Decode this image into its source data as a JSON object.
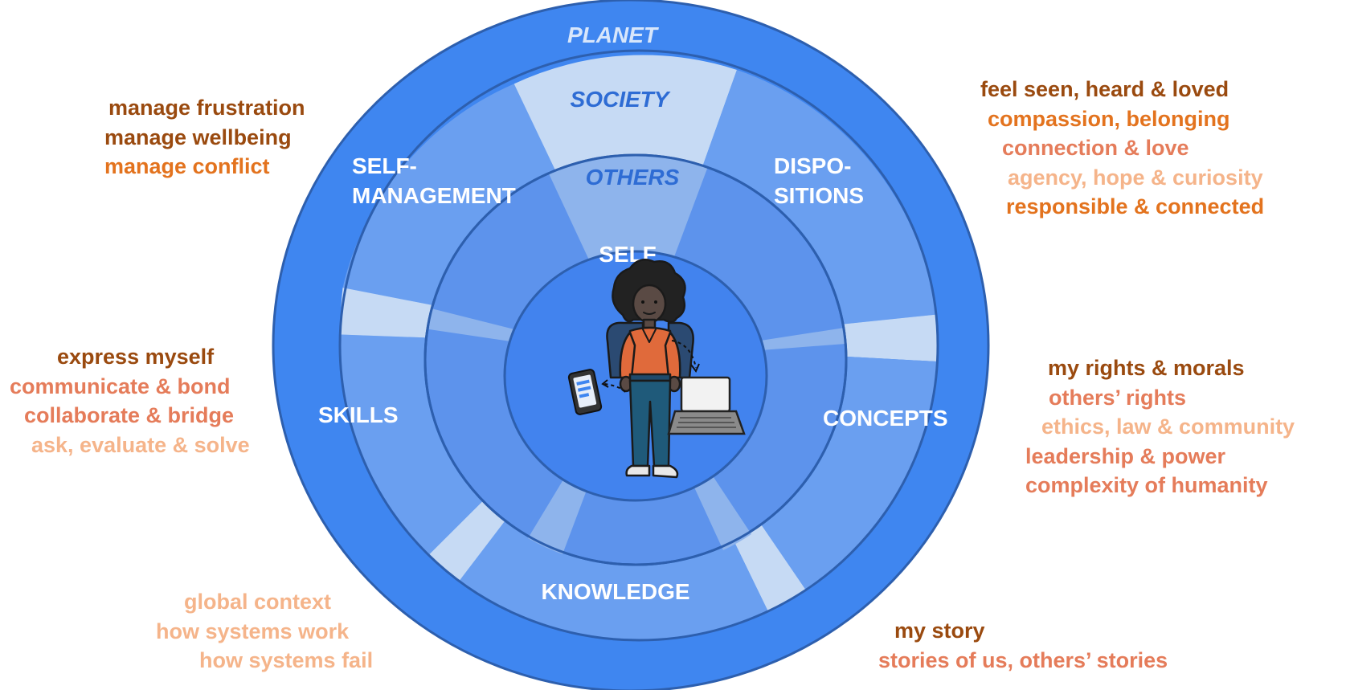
{
  "layers": {
    "planet": "PLANET",
    "society": "SOCIETY",
    "others": "OTHERS",
    "self": "SELF"
  },
  "segments": {
    "self_management": [
      "SELF-",
      "MANAGEMENT"
    ],
    "dispositions": [
      "DISPO-",
      "SITIONS"
    ],
    "skills": "SKILLS",
    "concepts": "CONCEPTS",
    "knowledge": "KNOWLEDGE"
  },
  "outcomes": {
    "self_management": [
      {
        "text": "manage frustration",
        "tone": "dark"
      },
      {
        "text": "manage wellbeing",
        "tone": "dark"
      },
      {
        "text": "manage conflict",
        "tone": "orange"
      }
    ],
    "dispositions": [
      {
        "text": "feel seen, heard & loved",
        "tone": "dark"
      },
      {
        "text": "compassion, belonging",
        "tone": "orange"
      },
      {
        "text": "connection & love",
        "tone": "salmon"
      },
      {
        "text": "agency, hope & curiosity",
        "tone": "peach"
      },
      {
        "text": "responsible & connected",
        "tone": "orange"
      }
    ],
    "skills": [
      {
        "text": "express myself",
        "tone": "dark"
      },
      {
        "text": "communicate & bond",
        "tone": "salmon"
      },
      {
        "text": "collaborate & bridge",
        "tone": "salmon"
      },
      {
        "text": "ask, evaluate & solve",
        "tone": "peach"
      }
    ],
    "concepts": [
      {
        "text": "my rights & morals",
        "tone": "dark"
      },
      {
        "text": "others’ rights",
        "tone": "salmon"
      },
      {
        "text": "ethics, law & community",
        "tone": "peach"
      },
      {
        "text": "leadership & power",
        "tone": "salmon"
      },
      {
        "text": "complexity of humanity",
        "tone": "salmon"
      }
    ],
    "knowledge": [
      {
        "text": "global context",
        "tone": "peach"
      },
      {
        "text": "how systems work",
        "tone": "peach"
      },
      {
        "text": "how systems fail",
        "tone": "peach"
      }
    ],
    "story": [
      {
        "text": "my story",
        "tone": "dark"
      },
      {
        "text": "stories of us, others’ stories",
        "tone": "salmon"
      }
    ]
  },
  "colors": {
    "planet_ring": "#3f86f0",
    "segment_fill": "#6a9ff0",
    "gap_fill": "#c6daf4",
    "others_ring": "#5d93ec",
    "self_core": "#4283ee",
    "outline": "#2d5fae",
    "label_dark_blue": "#2e6cd4",
    "tone_dark": "#9a4a0f",
    "tone_orange": "#e3731e",
    "tone_salmon": "#e57c5a",
    "tone_peach": "#f5b48a"
  },
  "figure": {
    "icons": [
      "student-icon",
      "smartphone-icon",
      "laptop-icon"
    ]
  }
}
